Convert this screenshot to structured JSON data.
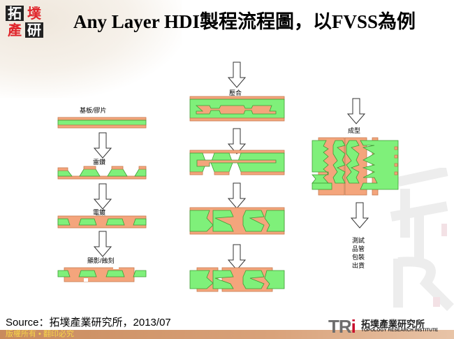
{
  "slide": {
    "title": "Any Layer HDI製程流程圖，以FVSS為例",
    "logo_chars": [
      "拓",
      "墣",
      "產",
      "研"
    ],
    "source": "Source：拓墣產業研究所，2013/07",
    "footer": "版權所有 • 翻印必究",
    "tri_logo": {
      "mark_t": "TR",
      "mark_i": "i",
      "cn": "拓墣產業研究所",
      "en": "TOPOLOGY RESEARCH INSTITUTE"
    }
  },
  "steps": {
    "col1": [
      "基板/膠片",
      "雷鑽",
      "電鍍",
      "顯影/蝕刻"
    ],
    "col2": [
      "壓合"
    ],
    "col3": [
      "成型",
      "測試",
      "品管",
      "包裝",
      "出貨"
    ]
  },
  "colors": {
    "copper": "#f4a57c",
    "copper_stroke": "#c77a4e",
    "dielectric": "#7ff07a",
    "dielectric_stroke": "#3f9a34",
    "arrow_stroke": "#333333",
    "footer_bar": "#d29a6e",
    "footer_text": "#f6d44a",
    "tri_red": "#c8102e"
  }
}
